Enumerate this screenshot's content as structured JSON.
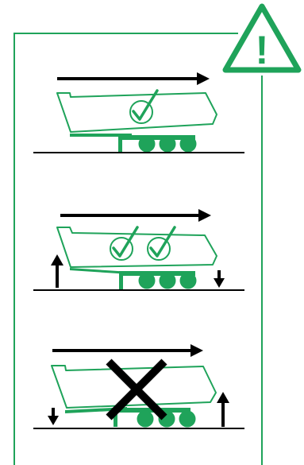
{
  "colors": {
    "green": "#1fa35a",
    "black": "#000000",
    "white": "#ffffff"
  },
  "warning": {
    "symbol": "!",
    "icon": "warning-triangle-icon"
  },
  "panels": [
    {
      "status": "correct",
      "checks": 1,
      "arrows": [],
      "icons": [
        "direction-arrow-icon",
        "check-circle-icon"
      ]
    },
    {
      "status": "correct",
      "checks": 2,
      "arrows": [
        "up-left",
        "down-right"
      ],
      "icons": [
        "direction-arrow-icon",
        "check-circle-icon",
        "check-circle-icon",
        "up-arrow-icon",
        "down-arrow-icon"
      ]
    },
    {
      "status": "incorrect",
      "checks": 0,
      "arrows": [
        "down-left",
        "up-right"
      ],
      "icons": [
        "direction-arrow-icon",
        "cross-icon",
        "down-arrow-icon",
        "up-arrow-icon"
      ]
    }
  ]
}
